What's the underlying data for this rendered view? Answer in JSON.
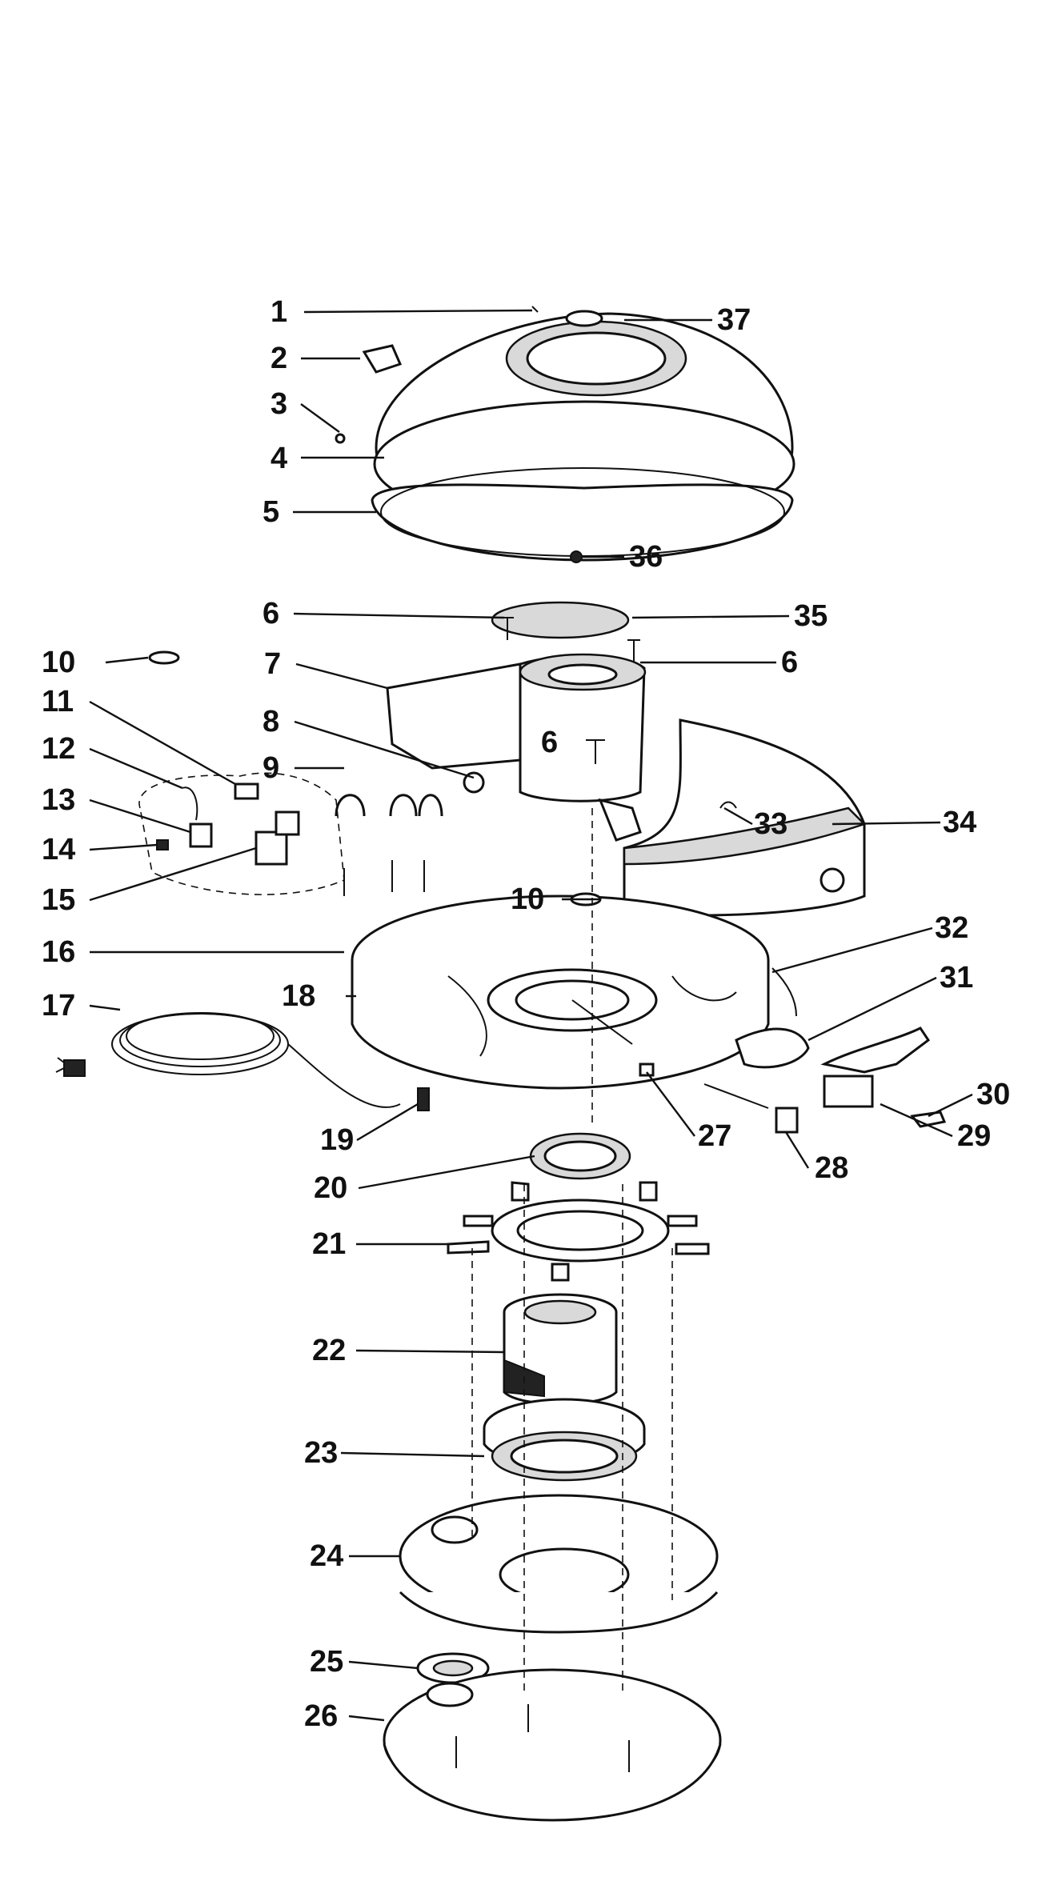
{
  "callouts": [
    "1",
    "2",
    "3",
    "4",
    "5",
    "6",
    "7",
    "8",
    "9",
    "10",
    "11",
    "12",
    "13",
    "14",
    "15",
    "16",
    "17",
    "18",
    "19",
    "20",
    "21",
    "22",
    "23",
    "24",
    "25",
    "26",
    "27",
    "28",
    "29",
    "30",
    "31",
    "32",
    "33",
    "34",
    "35",
    "36",
    "37"
  ],
  "callout_secondary": [
    "6",
    "6",
    "10"
  ],
  "colors": {
    "ink": "#111111",
    "paper": "#ffffff",
    "shade": "#d9d9d9"
  }
}
